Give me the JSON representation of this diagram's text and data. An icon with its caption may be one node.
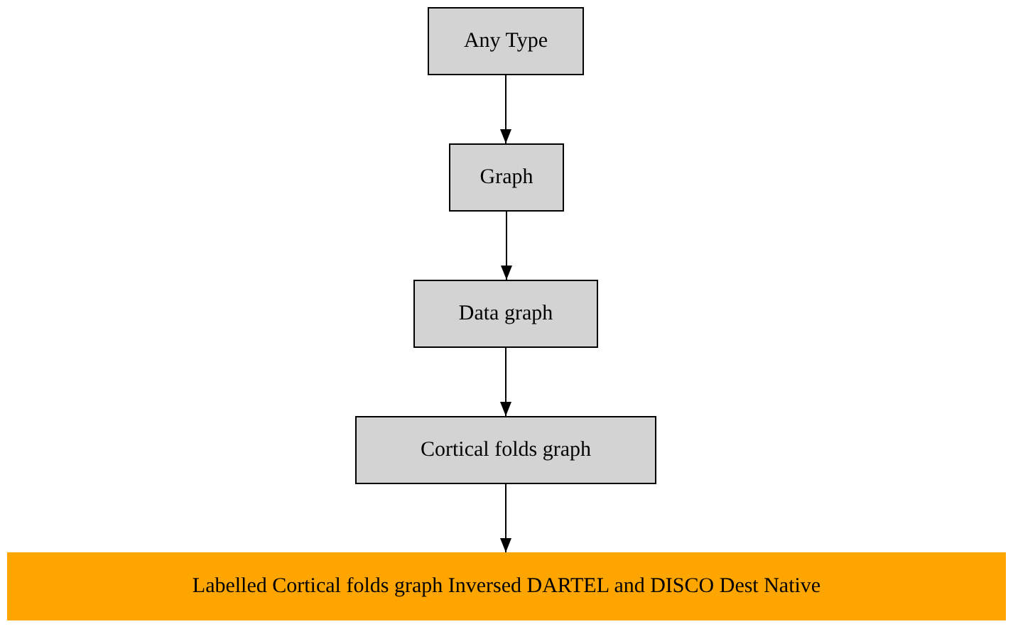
{
  "diagram": {
    "nodes": [
      {
        "text": [
          "Any Type"
        ]
      },
      {
        "text": [
          "Graph"
        ]
      },
      {
        "text": [
          "Data graph"
        ]
      },
      {
        "text": [
          "Cortical folds graph"
        ]
      },
      {
        "text": [
          "Labelled Cortical folds graph Inversed DARTEL and DISCO Dest Native"
        ]
      }
    ],
    "edges": [
      {
        "from": 0,
        "to": 1,
        "arrow": "to"
      },
      {
        "from": 1,
        "to": 2,
        "arrow": "to"
      },
      {
        "from": 2,
        "to": 3,
        "arrow": "to"
      },
      {
        "from": 3,
        "to": 4,
        "arrow": "to"
      }
    ]
  }
}
